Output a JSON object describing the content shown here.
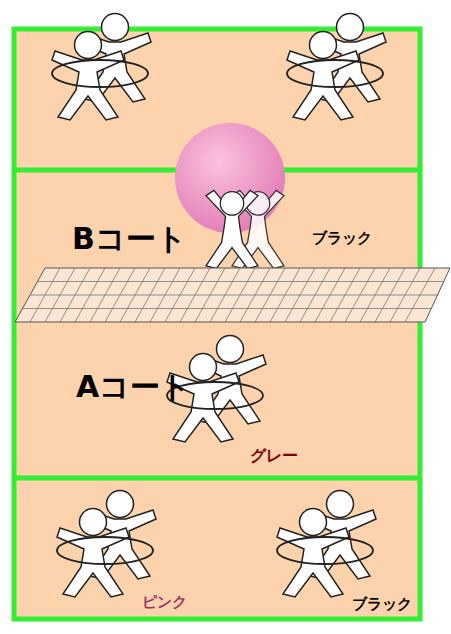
{
  "diagram": {
    "labels": [
      "Bコート",
      "ブラック",
      "Aコート",
      "グレー",
      "ピンク",
      "ブラック"
    ]
  }
}
